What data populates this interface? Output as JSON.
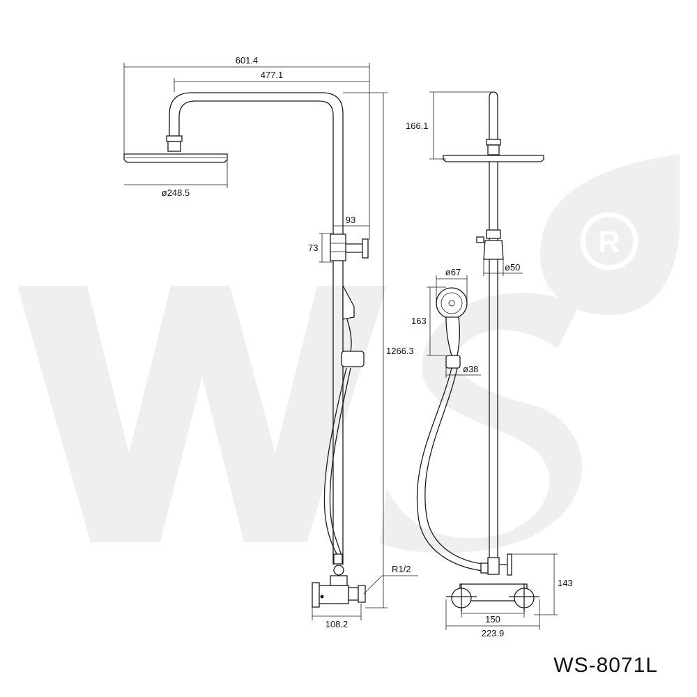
{
  "drawing": {
    "model_number": "WS-8071L",
    "watermark": {
      "logo_text": "WS",
      "registered_mark": "®"
    },
    "dimensions": {
      "overall_width": "601.4",
      "arm_length": "477.1",
      "head_diameter": "ø248.5",
      "bracket_offset": "93",
      "bracket_height": "73",
      "overall_height": "1266.3",
      "inlet_thread": "R1/2",
      "mixer_depth": "108.2",
      "head_drop": "166.1",
      "slide_diameter": "ø50",
      "hand_shower_diameter": "ø67",
      "hand_shower_length": "163",
      "holder_diameter": "ø38",
      "mixer_height": "143",
      "inlet_centers": "150",
      "mixer_width": "223.9"
    }
  }
}
